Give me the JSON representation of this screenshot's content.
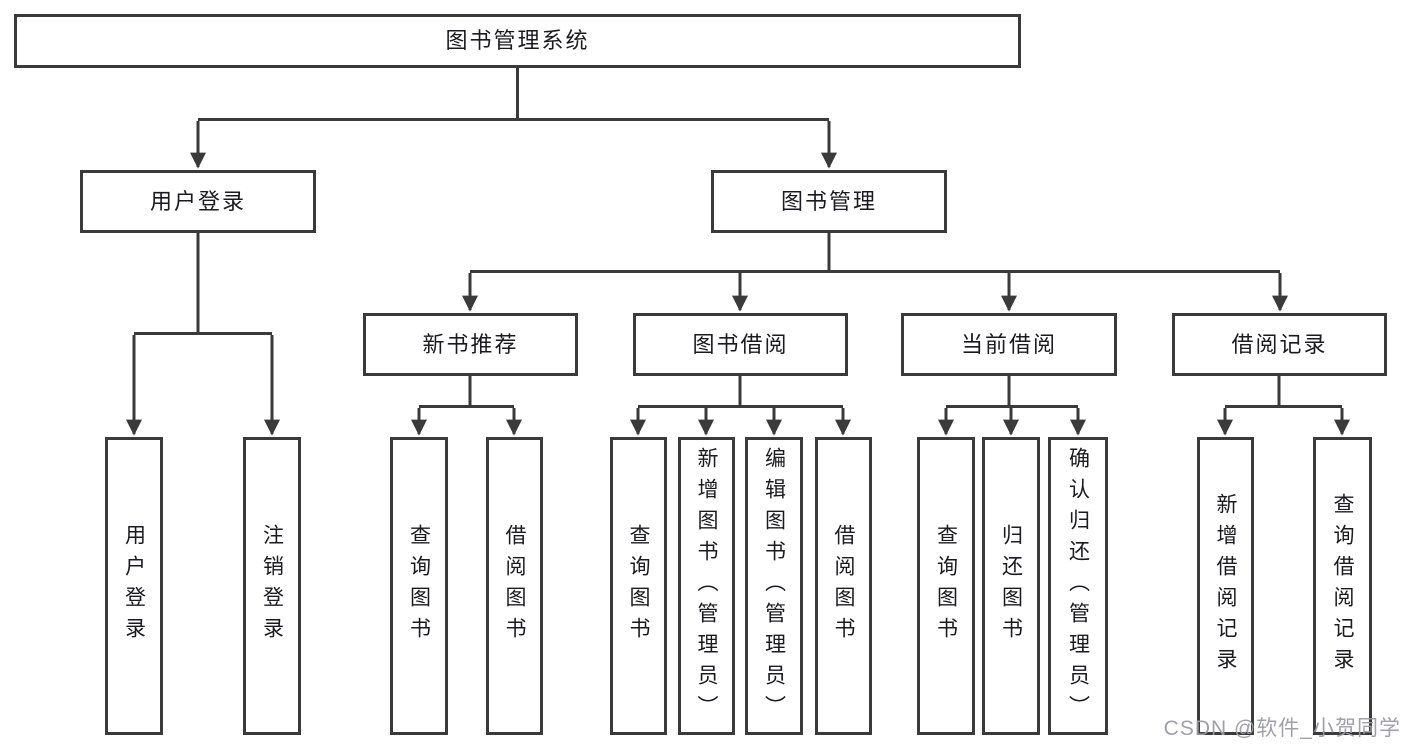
{
  "diagram": {
    "title": "图书管理系统",
    "watermark": "CSDN @软件_小贺同学",
    "colors": {
      "line": "#3a3a3a",
      "text": "#1b1b1f",
      "background": "#ffffff",
      "watermark": "#9b9ba5"
    },
    "nodes": {
      "root": "图书管理系统",
      "user_login": "用户登录",
      "book_management": "图书管理",
      "leaf_user_login": "用户登录",
      "leaf_logout_login": "注销登录",
      "new_book_recommend": "新书推荐",
      "book_borrowing": "图书借阅",
      "current_borrowing": "当前借阅",
      "borrowing_records": "借阅记录",
      "nbr_query_book": "查询图书",
      "nbr_borrow_book": "借阅图书",
      "bb_query_book": "查询图书",
      "bb_add_book": "新增图书（管理员）",
      "bb_edit_book": "编辑图书（管理员）",
      "bb_borrow_book": "借阅图书",
      "cb_query_book": "查询图书",
      "cb_return_book": "归还图书",
      "cb_confirm_return": "确认归还（管理员）",
      "br_add_record": "新增借阅记录",
      "br_query_record": "查询借阅记录"
    },
    "hierarchy": {
      "图书管理系统": {
        "用户登录": [
          "用户登录",
          "注销登录"
        ],
        "图书管理": {
          "新书推荐": [
            "查询图书",
            "借阅图书"
          ],
          "图书借阅": [
            "查询图书",
            "新增图书（管理员）",
            "编辑图书（管理员）",
            "借阅图书"
          ],
          "当前借阅": [
            "查询图书",
            "归还图书",
            "确认归还（管理员）"
          ],
          "借阅记录": [
            "新增借阅记录",
            "查询借阅记录"
          ]
        }
      }
    }
  }
}
